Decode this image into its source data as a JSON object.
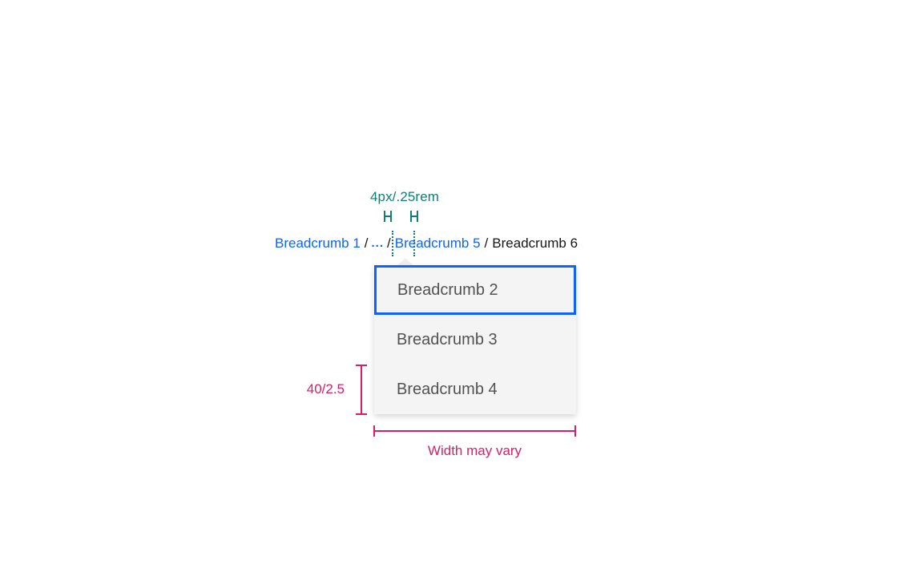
{
  "annotations": {
    "gap_label": "4px/.25rem",
    "item_height_label": "40/2.5",
    "width_label": "Width may vary",
    "gap_marker_left_name": "H",
    "gap_marker_right_name": "H",
    "teal_color": "#0e8074",
    "pink_color": "#d81e6a"
  },
  "breadcrumb": {
    "separator": "/",
    "overflow_label": "...",
    "items": [
      {
        "label": "Breadcrumb 1",
        "current": false
      },
      {
        "label": "Breadcrumb 5",
        "current": false
      },
      {
        "label": "Breadcrumb 6",
        "current": true
      }
    ],
    "link_color": "#0f62fe",
    "current_color": "#161616"
  },
  "overflow_menu": {
    "items": [
      {
        "label": "Breadcrumb 2",
        "focused": true
      },
      {
        "label": "Breadcrumb 3",
        "focused": false
      },
      {
        "label": "Breadcrumb 4",
        "focused": false
      }
    ],
    "background_color": "#f4f4f4",
    "focus_color": "#0f62fe",
    "text_color": "#525252"
  }
}
